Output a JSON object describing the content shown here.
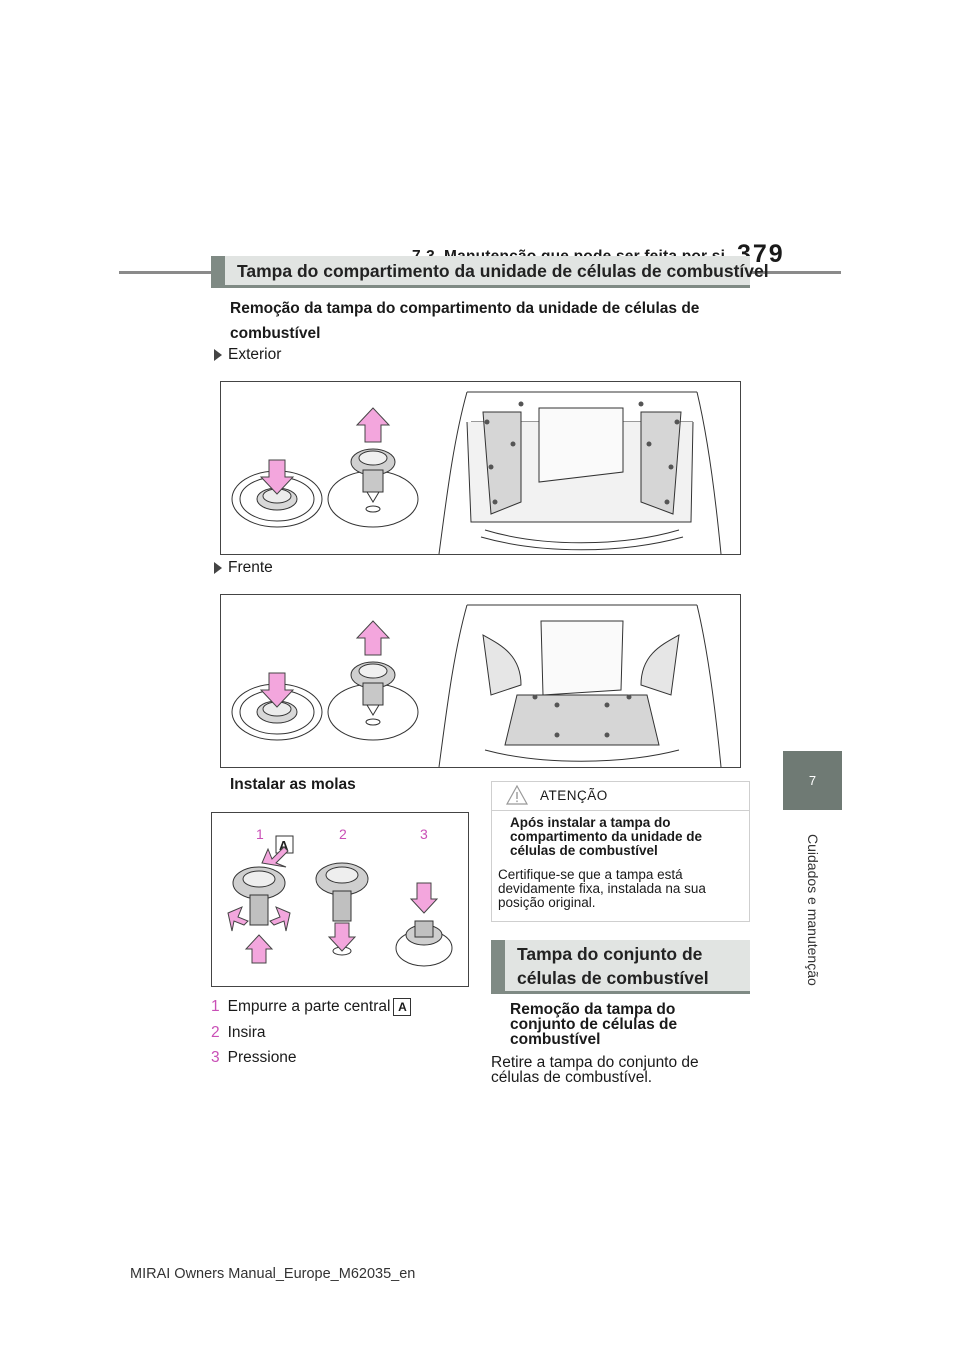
{
  "header": {
    "section": "7-3. Manutenção que pode ser feita por si",
    "page_number": "379"
  },
  "side_tab": {
    "number": "7",
    "label": "Cuidados e manutenção"
  },
  "section1": {
    "banner": "Tampa do compartimento da unidade de células de combustível",
    "subhead_line1": "Remoção da tampa do compartimento da unidade de células de",
    "subhead_line2": "combustível",
    "bullet_exterior": "Exterior",
    "bullet_front": "Frente",
    "install_title": "Instalar as molas",
    "figure_labels": [
      "1",
      "2",
      "3",
      "A"
    ],
    "steps": [
      {
        "num": "1",
        "text": "Empurre a parte central",
        "marker": "A"
      },
      {
        "num": "2",
        "text": "Insira"
      },
      {
        "num": "3",
        "text": "Pressione"
      }
    ]
  },
  "caution": {
    "title": "ATENÇÃO",
    "heading_lines": [
      "Após instalar a tampa do",
      "compartimento da unidade de",
      "células de combustível"
    ],
    "body_lines": [
      "Certifique-se que a tampa está",
      "devidamente fixa, instalada na sua",
      "posição original."
    ]
  },
  "section2": {
    "banner_line1": "Tampa do conjunto de",
    "banner_line2": "células de combustível",
    "subhead_lines": [
      "Remoção da tampa do",
      "conjunto de células de",
      "combustível"
    ],
    "body_lines": [
      "Retire a tampa do conjunto de",
      "células de combustível."
    ]
  },
  "footer": "MIRAI Owners Manual_Europe_M62035_en",
  "colors": {
    "accent": "#7f8a84",
    "banner_bg": "#e1e4e2",
    "step_number": "#c94fb6",
    "arrow_pink": "#f3a6dd"
  }
}
